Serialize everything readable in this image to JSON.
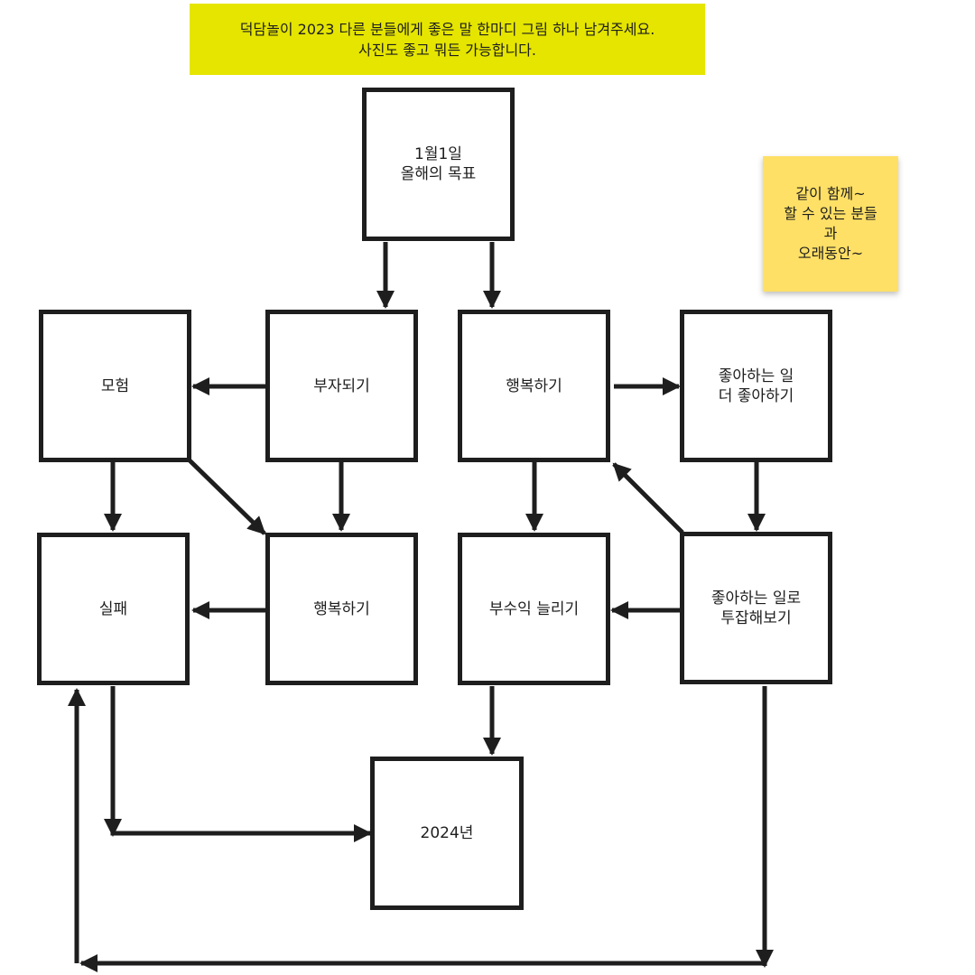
{
  "banner": {
    "line1": "덕담놀이 2023 다른 분들에게 좋은 말 한마디 그림 하나 남겨주세요.",
    "line2": "사진도 좋고 뭐든 가능합니다."
  },
  "sticky_note": {
    "lines": [
      "같이 함께~",
      "할 수 있는 분들",
      "과",
      "오래동안~"
    ],
    "color": "#ffe066"
  },
  "nodes": {
    "goal": {
      "lines": [
        "1월1일",
        "올해의 목표"
      ]
    },
    "rich": {
      "lines": [
        "부자되기"
      ]
    },
    "happy_top": {
      "lines": [
        "행복하기"
      ]
    },
    "adventure": {
      "lines": [
        "모험"
      ]
    },
    "love_work": {
      "lines": [
        "좋아하는 일",
        "더 좋아하기"
      ]
    },
    "fail": {
      "lines": [
        "실패"
      ]
    },
    "happy_mid": {
      "lines": [
        "행복하기"
      ]
    },
    "side_income": {
      "lines": [
        "부수익 늘리기"
      ]
    },
    "invest": {
      "lines": [
        "좋아하는 일로",
        "투잡해보기"
      ]
    },
    "year2024": {
      "lines": [
        "2024년"
      ]
    }
  },
  "colors": {
    "banner": "#e5e500",
    "stroke": "#1e1e1e",
    "sticky": "#ffe066"
  }
}
